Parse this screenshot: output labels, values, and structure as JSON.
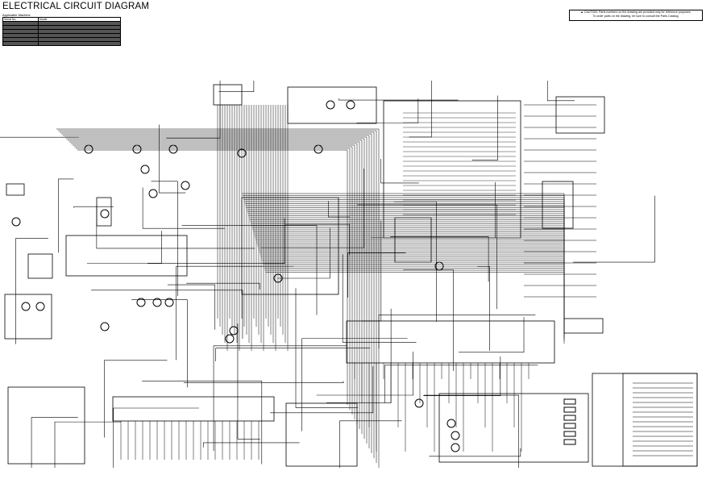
{
  "title": "ELECTRICAL CIRCUIT DIAGRAM",
  "applicable_machine": {
    "label": "Applicable Machine",
    "headers": [
      "Serial No.",
      "Model"
    ],
    "row_count": 6
  },
  "caution": {
    "icon": "warning-icon",
    "text_line1": "CAUTION: Parts numbers on the drawing are provided only for reference purposes.",
    "text_line2": "To order parts on the drawing, be sure to consult the Parts Catalog."
  },
  "colors": {
    "ink": "#000000",
    "background": "#ffffff"
  }
}
